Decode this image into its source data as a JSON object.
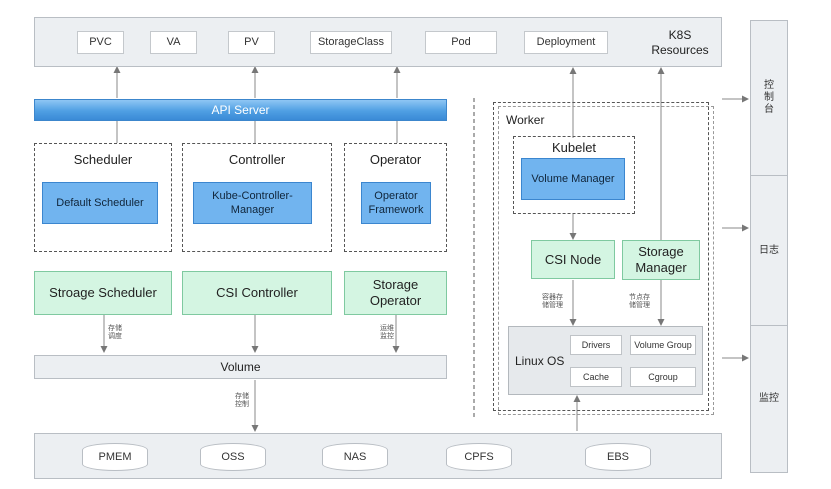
{
  "k8s_resources": {
    "items": [
      "PVC",
      "VA",
      "PV",
      "StorageClass",
      "Pod",
      "Deployment"
    ],
    "label_line1": "K8S",
    "label_line2": "Resources"
  },
  "api_server": "API Server",
  "scheduler": {
    "title": "Scheduler",
    "inner": "Default Scheduler"
  },
  "controller": {
    "title": "Controller",
    "inner_line1": "Kube-Controller-",
    "inner_line2": "Manager"
  },
  "operator": {
    "title": "Operator",
    "inner_line1": "Operator",
    "inner_line2": "Framework"
  },
  "stroage_scheduler": "Stroage Scheduler",
  "csi_controller": "CSI Controller",
  "storage_operator": {
    "line1": "Storage",
    "line2": "Operator"
  },
  "volume": "Volume",
  "worker": {
    "title": "Worker",
    "kubelet": "Kubelet",
    "volume_manager": "Volume Manager",
    "csi_node": "CSI Node",
    "storage_manager": {
      "line1": "Storage",
      "line2": "Manager"
    },
    "linux_os": "Linux OS",
    "os_items": [
      "Drivers",
      "Volume Group",
      "Cache",
      "Cgroup"
    ]
  },
  "annotations": {
    "storage_scheduling": {
      "line1": "存储",
      "line2": "调度"
    },
    "ops_monitor": {
      "line1": "运维",
      "line2": "监控"
    },
    "storage_control": {
      "line1": "存储",
      "line2": "控制"
    },
    "container_storage_mgmt": {
      "line1": "容器存",
      "line2": "储管理"
    },
    "node_storage_mgmt": {
      "line1": "节点存",
      "line2": "储管理"
    }
  },
  "storage_backends": [
    "PMEM",
    "OSS",
    "NAS",
    "CPFS",
    "EBS"
  ],
  "side_panel": {
    "console": "控制台",
    "logs": "日志",
    "monitor": "监控"
  }
}
